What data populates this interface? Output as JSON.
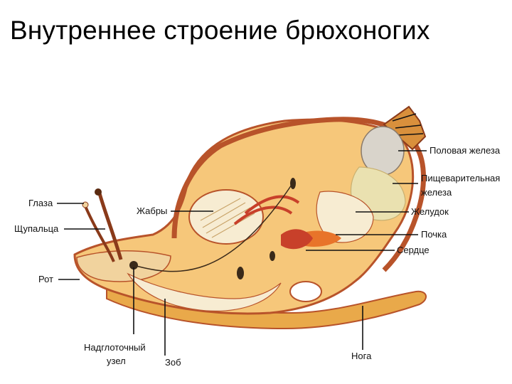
{
  "slide": {
    "title": "Внутреннее строение брюхоногих"
  },
  "diagram": {
    "labels": {
      "eyes": "Глаза",
      "tentacles": "Щупальца",
      "mouth": "Рот",
      "gills": "Жабры",
      "gonad": "Половая железа",
      "digestive_gland_1": "Пищеварительная",
      "digestive_gland_2": "железа",
      "stomach": "Желудок",
      "kidney": "Почка",
      "heart": "Сердце",
      "ganglion_1": "Надглоточный",
      "ganglion_2": "узел",
      "crop": "Зоб",
      "foot": "Нога"
    },
    "colors": {
      "body": "#f6c77a",
      "body_dark": "#d9903c",
      "shell_outline": "#b8532a",
      "organ_light": "#f7ecd2",
      "kidney": "#e8742a",
      "heart": "#c8402a",
      "foot": "#e9a94a"
    }
  }
}
